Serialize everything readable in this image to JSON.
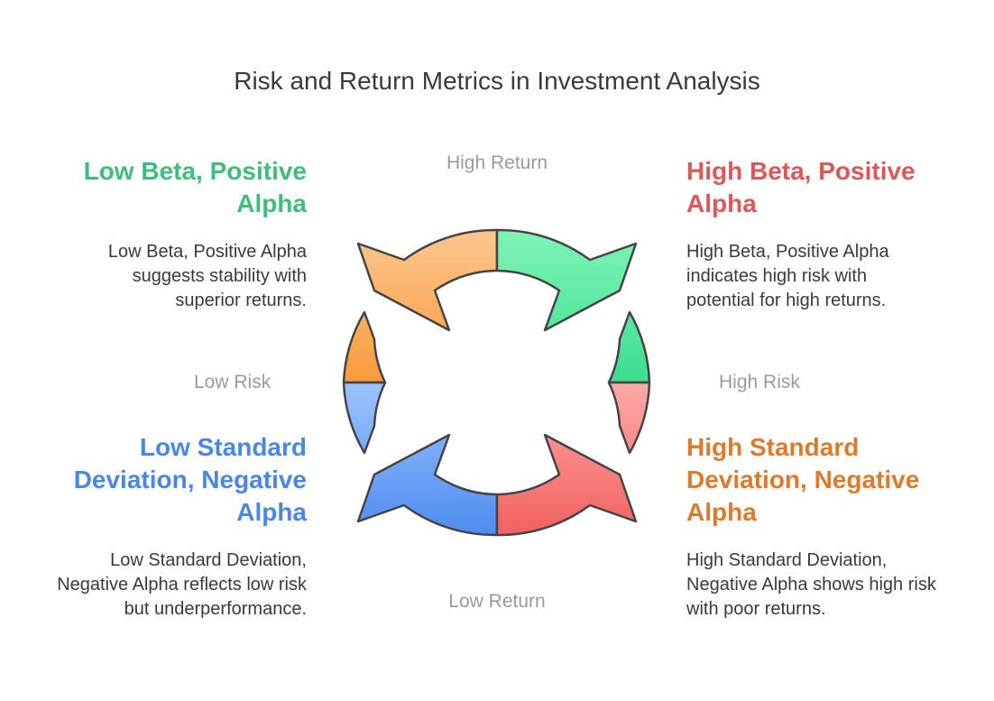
{
  "title": "Risk and Return Metrics in Investment Analysis",
  "axes": {
    "top": "High Return",
    "bottom": "Low Return",
    "left": "Low Risk",
    "right": "High Risk"
  },
  "quadrants": {
    "top_left": {
      "heading": "Low Beta, Positive Alpha",
      "description": "Low Beta, Positive Alpha suggests stability with superior returns.",
      "color": "#3dbf7a",
      "fill_color": "#fba650"
    },
    "top_right": {
      "heading": "High Beta, Positive Alpha",
      "description": "High Beta, Positive Alpha indicates high risk with potential for high returns.",
      "color": "#e05555",
      "fill_color": "#4be39a"
    },
    "bottom_left": {
      "heading": "Low Standard Deviation, Negative Alpha",
      "description": "Low Standard Deviation, Negative Alpha reflects low risk but underperformance.",
      "color": "#4a86e8",
      "fill_color": "#5f98f2"
    },
    "bottom_right": {
      "heading": "High Standard Deviation, Negative Alpha",
      "description": "High Standard Deviation, Negative Alpha shows high risk with poor returns.",
      "color": "#e07a2a",
      "fill_color": "#f46a6a"
    }
  }
}
